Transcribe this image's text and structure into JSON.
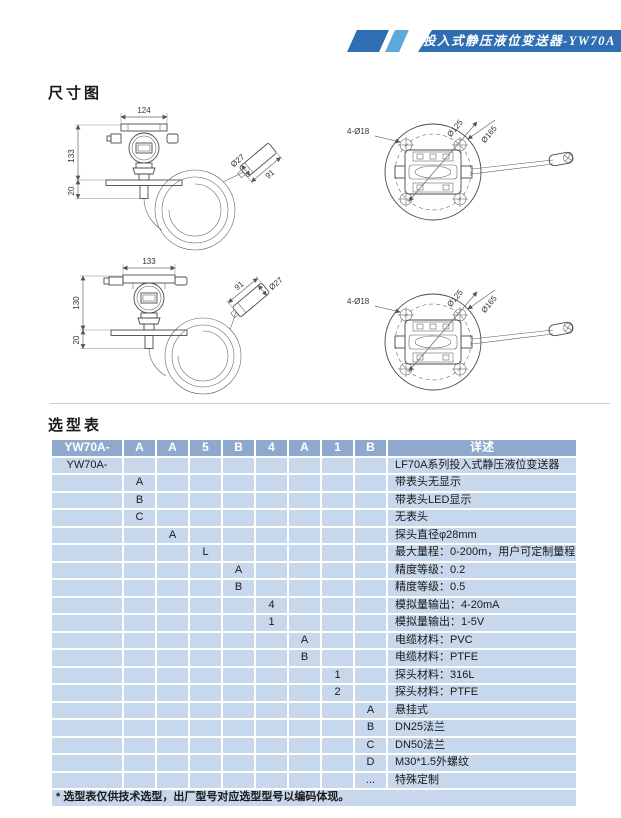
{
  "banner": {
    "title": "投入式静压液位变送器-YW70A"
  },
  "sections": {
    "dimensions_title": "尺寸图",
    "selection_title": "选型表"
  },
  "drawings": {
    "side_view_1": {
      "top_width": "124",
      "height": "133",
      "flange_offset": "20",
      "probe_diameter": "Ø27",
      "probe_length": "91"
    },
    "top_view_1": {
      "bolt_holes": "4-Ø18",
      "bolt_circle_diameter": "Ø125",
      "outer_diameter": "Ø165"
    },
    "side_view_2": {
      "top_width": "133",
      "height": "130",
      "flange_offset": "20",
      "probe_diameter": "Ø27",
      "probe_length": "91"
    },
    "top_view_2": {
      "bolt_holes": "4-Ø18",
      "bolt_circle_diameter": "Ø125",
      "outer_diameter": "Ø165"
    }
  },
  "selection_table": {
    "header": [
      "YW70A-",
      "A",
      "A",
      "5",
      "B",
      "4",
      "A",
      "1",
      "B",
      "详述"
    ],
    "rows": [
      {
        "code": "YW70A-",
        "col": 0,
        "desc": "LF70A系列投入式静压液位变送器"
      },
      {
        "code": "A",
        "col": 1,
        "desc": "带表头无显示"
      },
      {
        "code": "B",
        "col": 1,
        "desc": "带表头LED显示"
      },
      {
        "code": "C",
        "col": 1,
        "desc": "无表头"
      },
      {
        "code": "A",
        "col": 2,
        "desc": "探头直径φ28mm"
      },
      {
        "code": "L",
        "col": 3,
        "desc": "最大量程：0-200m，用户可定制量程"
      },
      {
        "code": "A",
        "col": 4,
        "desc": "精度等级：0.2"
      },
      {
        "code": "B",
        "col": 4,
        "desc": "精度等级：0.5"
      },
      {
        "code": "4",
        "col": 5,
        "desc": "模拟量输出：4-20mA"
      },
      {
        "code": "1",
        "col": 5,
        "desc": "模拟量输出：1-5V"
      },
      {
        "code": "A",
        "col": 6,
        "desc": "电缆材料：PVC"
      },
      {
        "code": "B",
        "col": 6,
        "desc": "电缆材料：PTFE"
      },
      {
        "code": "1",
        "col": 7,
        "desc": "探头材料：316L"
      },
      {
        "code": "2",
        "col": 7,
        "desc": "探头材料：PTFE"
      },
      {
        "code": "A",
        "col": 8,
        "desc": "悬挂式"
      },
      {
        "code": "B",
        "col": 8,
        "desc": "DN25法兰"
      },
      {
        "code": "C",
        "col": 8,
        "desc": "DN50法兰"
      },
      {
        "code": "D",
        "col": 8,
        "desc": "M30*1.5外螺纹"
      },
      {
        "code": "...",
        "col": 8,
        "desc": "特殊定制"
      }
    ],
    "footnote": "* 选型表仅供技术选型，出厂型号对应选型型号以编码体现。"
  },
  "colors": {
    "banner_blue": "#2F6EB2",
    "stripe_light": "#5FA8DC",
    "table_header_bg": "#8FA8CD",
    "table_row_bg": "#C7D8EC"
  }
}
